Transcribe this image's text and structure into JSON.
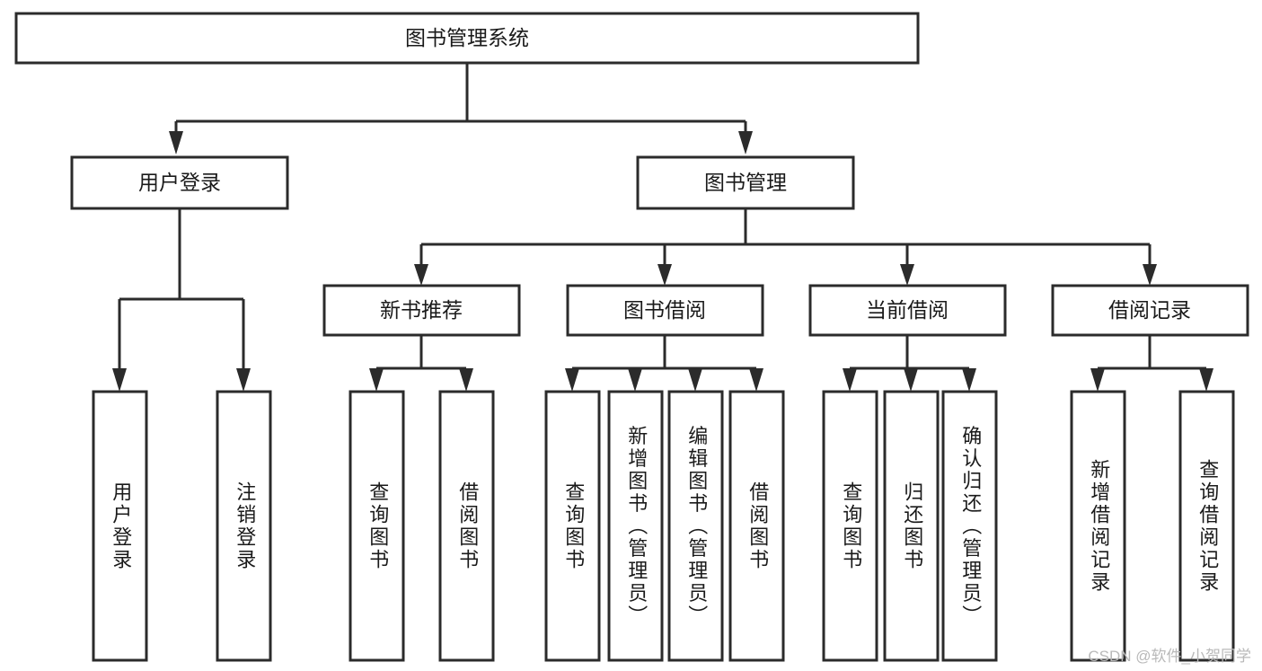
{
  "diagram": {
    "title": "图书管理系统",
    "type": "tree-hierarchy-chart",
    "watermark": "CSDN @软件_小贺同学",
    "colors": {
      "background": "#ffffff",
      "box_fill": "#ffffff",
      "box_stroke": "#2b2b2b",
      "text": "#1a1a1a",
      "watermark": "#b9b9b9"
    },
    "nodes": {
      "root": {
        "label": "图书管理系统"
      },
      "l2": [
        {
          "label": "用户登录"
        },
        {
          "label": "图书管理"
        }
      ],
      "l3": [
        {
          "label": "新书推荐"
        },
        {
          "label": "图书借阅"
        },
        {
          "label": "当前借阅"
        },
        {
          "label": "借阅记录"
        }
      ],
      "leaves_user_login": [
        {
          "label": "用户登录"
        },
        {
          "label": "注销登录"
        }
      ],
      "leaves_new_book": [
        {
          "label": "查询图书"
        },
        {
          "label": "借阅图书"
        }
      ],
      "leaves_borrow": [
        {
          "label": "查询图书"
        },
        {
          "label": "新增图书（管理员）"
        },
        {
          "label": "编辑图书（管理员）"
        },
        {
          "label": "借阅图书"
        }
      ],
      "leaves_current": [
        {
          "label": "查询图书"
        },
        {
          "label": "归还图书"
        },
        {
          "label": "确认归还（管理员）"
        }
      ],
      "leaves_record": [
        {
          "label": "新增借阅记录"
        },
        {
          "label": "查询借阅记录"
        }
      ]
    }
  }
}
